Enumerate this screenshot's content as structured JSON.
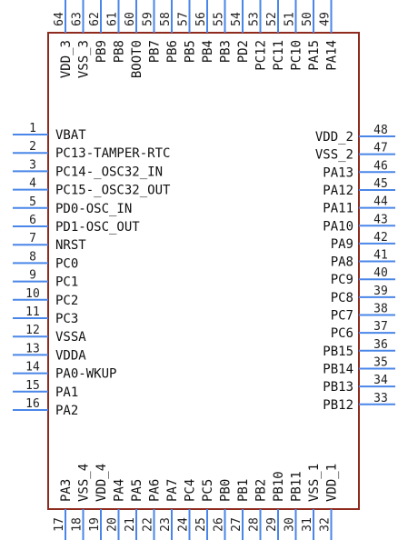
{
  "colors": {
    "pin_line": "#4a86e8",
    "body_outline": "#8e2b1e",
    "text": "#111111"
  },
  "pins": {
    "left": [
      {
        "num": "1",
        "name": "VBAT"
      },
      {
        "num": "2",
        "name": "PC13-TAMPER-RTC"
      },
      {
        "num": "3",
        "name": "PC14-_OSC32_IN"
      },
      {
        "num": "4",
        "name": "PC15-_OSC32_OUT"
      },
      {
        "num": "5",
        "name": "PD0-OSC_IN"
      },
      {
        "num": "6",
        "name": "PD1-OSC_OUT"
      },
      {
        "num": "7",
        "name": "NRST"
      },
      {
        "num": "8",
        "name": "PC0"
      },
      {
        "num": "9",
        "name": "PC1"
      },
      {
        "num": "10",
        "name": "PC2"
      },
      {
        "num": "11",
        "name": "PC3"
      },
      {
        "num": "12",
        "name": "VSSA"
      },
      {
        "num": "13",
        "name": "VDDA"
      },
      {
        "num": "14",
        "name": "PA0-WKUP"
      },
      {
        "num": "15",
        "name": "PA1"
      },
      {
        "num": "16",
        "name": "PA2"
      }
    ],
    "bottom": [
      {
        "num": "17",
        "name": "PA3"
      },
      {
        "num": "18",
        "name": "VSS_4"
      },
      {
        "num": "19",
        "name": "VDD_4"
      },
      {
        "num": "20",
        "name": "PA4"
      },
      {
        "num": "21",
        "name": "PA5"
      },
      {
        "num": "22",
        "name": "PA6"
      },
      {
        "num": "23",
        "name": "PA7"
      },
      {
        "num": "24",
        "name": "PC4"
      },
      {
        "num": "25",
        "name": "PC5"
      },
      {
        "num": "26",
        "name": "PB0"
      },
      {
        "num": "27",
        "name": "PB1"
      },
      {
        "num": "28",
        "name": "PB2"
      },
      {
        "num": "29",
        "name": "PB10"
      },
      {
        "num": "30",
        "name": "PB11"
      },
      {
        "num": "31",
        "name": "VSS_1"
      },
      {
        "num": "32",
        "name": "VDD_1"
      }
    ],
    "right": [
      {
        "num": "48",
        "name": "VDD_2"
      },
      {
        "num": "47",
        "name": "VSS_2"
      },
      {
        "num": "46",
        "name": "PA13"
      },
      {
        "num": "45",
        "name": "PA12"
      },
      {
        "num": "44",
        "name": "PA11"
      },
      {
        "num": "43",
        "name": "PA10"
      },
      {
        "num": "42",
        "name": "PA9"
      },
      {
        "num": "41",
        "name": "PA8"
      },
      {
        "num": "40",
        "name": "PC9"
      },
      {
        "num": "39",
        "name": "PC8"
      },
      {
        "num": "38",
        "name": "PC7"
      },
      {
        "num": "37",
        "name": "PC6"
      },
      {
        "num": "36",
        "name": "PB15"
      },
      {
        "num": "35",
        "name": "PB14"
      },
      {
        "num": "34",
        "name": "PB13"
      },
      {
        "num": "33",
        "name": "PB12"
      }
    ],
    "top": [
      {
        "num": "64",
        "name": "VDD_3"
      },
      {
        "num": "63",
        "name": "VSS_3"
      },
      {
        "num": "62",
        "name": "PB9"
      },
      {
        "num": "61",
        "name": "PB8"
      },
      {
        "num": "60",
        "name": "BOOT0"
      },
      {
        "num": "59",
        "name": "PB7"
      },
      {
        "num": "58",
        "name": "PB6"
      },
      {
        "num": "57",
        "name": "PB5"
      },
      {
        "num": "56",
        "name": "PB4"
      },
      {
        "num": "55",
        "name": "PB3"
      },
      {
        "num": "54",
        "name": "PD2"
      },
      {
        "num": "53",
        "name": "PC12"
      },
      {
        "num": "52",
        "name": "PC11"
      },
      {
        "num": "51",
        "name": "PC10"
      },
      {
        "num": "50",
        "name": "PA15"
      },
      {
        "num": "49",
        "name": "PA14"
      }
    ]
  }
}
